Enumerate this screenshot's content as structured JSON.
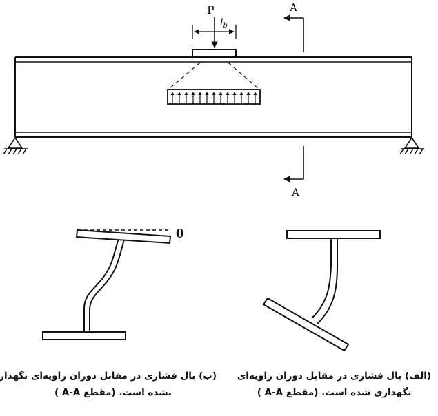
{
  "top": {
    "load_label": "P",
    "length_label": "l",
    "length_subscript": "b",
    "section_label_top": "A",
    "section_label_bottom": "A"
  },
  "left_fig": {
    "angle_label": "θ",
    "caption_line1": "(ب) بال فشاری در مقابل دوران زاویه‌ای نگهداری",
    "caption_line2": "نشده است. (مقطع A-A )"
  },
  "right_fig": {
    "caption_line1": "(الف) بال فشاری در مقابل دوران زاویه‌ای",
    "caption_line2": "نگهداری شده است. (مقطع A-A )"
  }
}
